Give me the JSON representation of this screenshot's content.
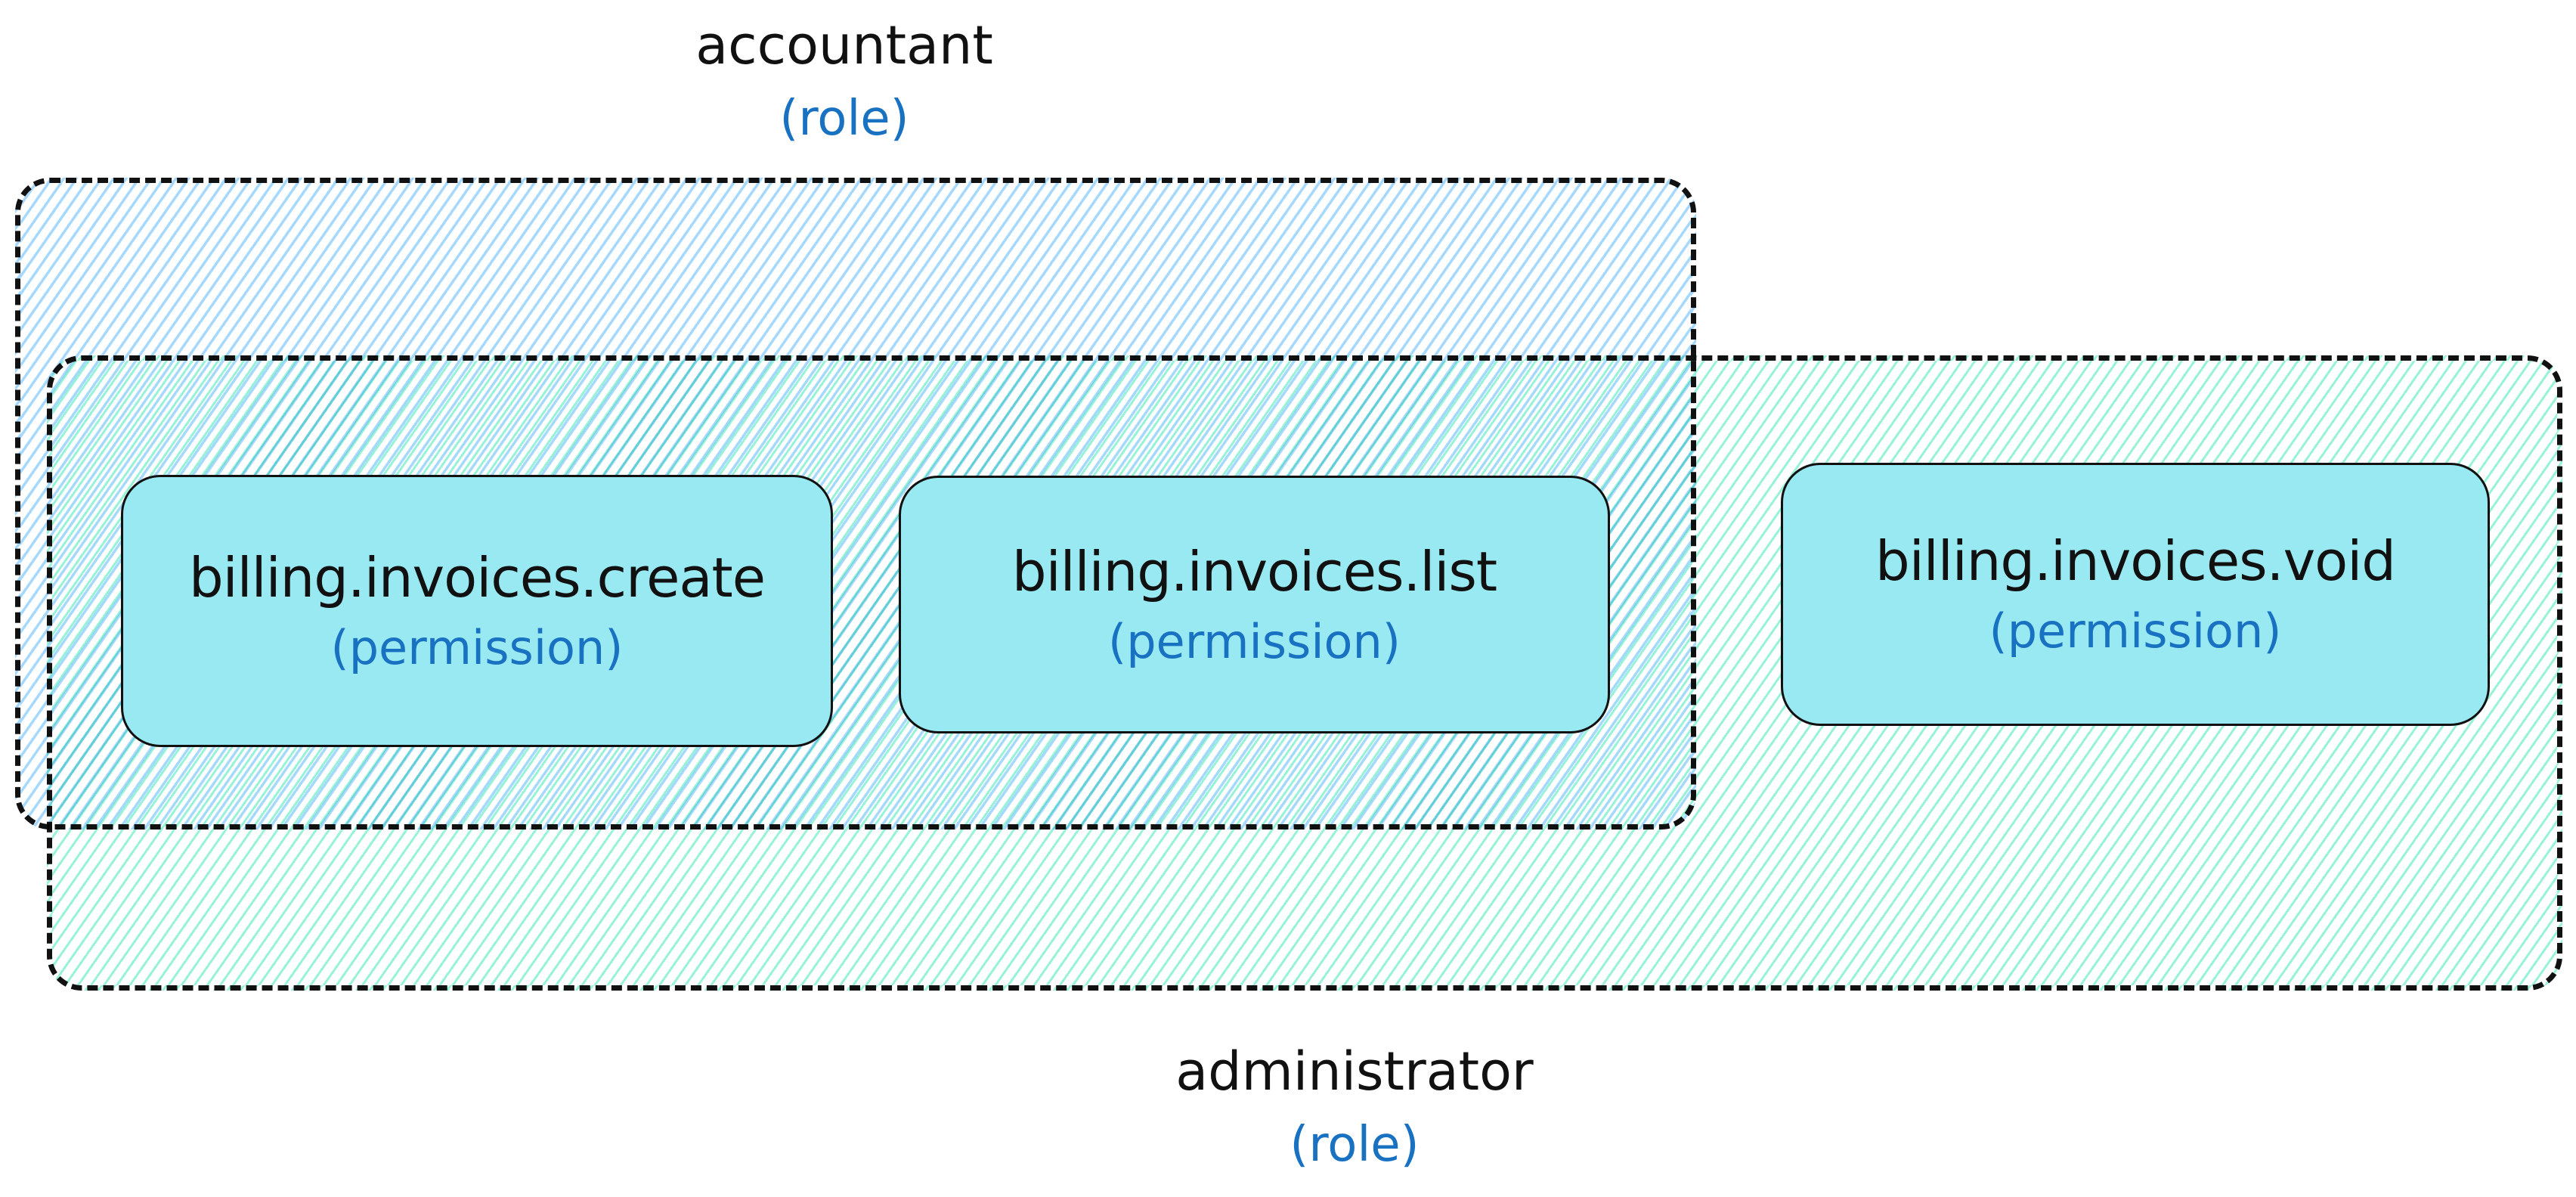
{
  "diagram": {
    "roles": [
      {
        "id": "accountant",
        "name": "accountant",
        "kind": "(role)",
        "fill_color": "#a5d8ff",
        "permissions": [
          "billing.invoices.create",
          "billing.invoices.list"
        ]
      },
      {
        "id": "administrator",
        "name": "administrator",
        "kind": "(role)",
        "fill_color": "#96f2d7",
        "permissions": [
          "billing.invoices.create",
          "billing.invoices.list",
          "billing.invoices.void"
        ]
      }
    ],
    "permissions": [
      {
        "name": "billing.invoices.create",
        "kind": "(permission)"
      },
      {
        "name": "billing.invoices.list",
        "kind": "(permission)"
      },
      {
        "name": "billing.invoices.void",
        "kind": "(permission)"
      }
    ],
    "colors": {
      "permission_fill": "#99e9f2",
      "label_text": "#111111",
      "kind_text": "#1971c2",
      "stroke": "#111111"
    }
  }
}
